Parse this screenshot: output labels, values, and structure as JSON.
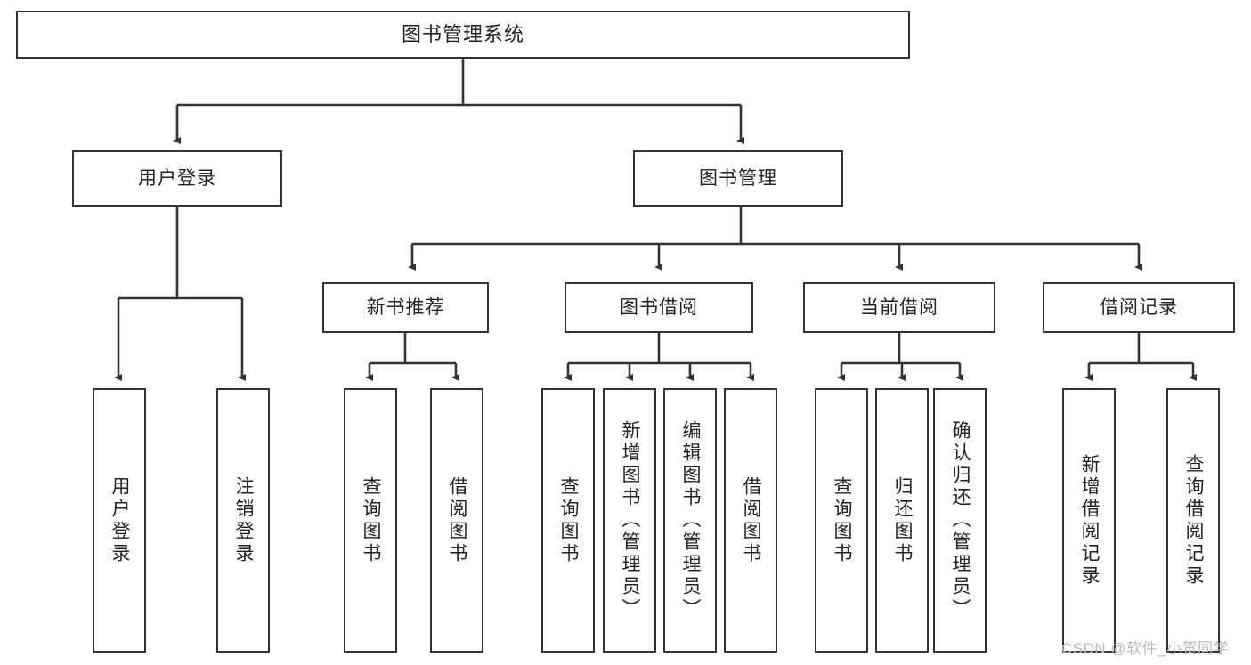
{
  "diagram": {
    "title": "图书管理系统",
    "type": "hierarchy-tree",
    "levels": 4,
    "line_color": "#333333",
    "box_fill": "#ffffff",
    "text_color": "#222222",
    "root": {
      "label": "图书管理系统"
    },
    "level2": [
      {
        "label": "用户登录"
      },
      {
        "label": "图书管理"
      }
    ],
    "level3": [
      {
        "label": "新书推荐"
      },
      {
        "label": "图书借阅"
      },
      {
        "label": "当前借阅"
      },
      {
        "label": "借阅记录"
      }
    ],
    "leaves": {
      "user_login": [
        {
          "label": "用户登录"
        },
        {
          "label": "注销登录"
        }
      ],
      "new_book": [
        {
          "label": "查询图书"
        },
        {
          "label": "借阅图书"
        }
      ],
      "book_borrow": [
        {
          "label": "查询图书"
        },
        {
          "label": "新增图书（管理员）"
        },
        {
          "label": "编辑图书（管理员）"
        },
        {
          "label": "借阅图书"
        }
      ],
      "current_borrow": [
        {
          "label": "查询图书"
        },
        {
          "label": "归还图书"
        },
        {
          "label": "确认归还（管理员）"
        }
      ],
      "borrow_record": [
        {
          "label": "新增借阅记录"
        },
        {
          "label": "查询借阅记录"
        }
      ]
    }
  },
  "watermark": {
    "text": "CSDN @软件_小贺同学"
  }
}
